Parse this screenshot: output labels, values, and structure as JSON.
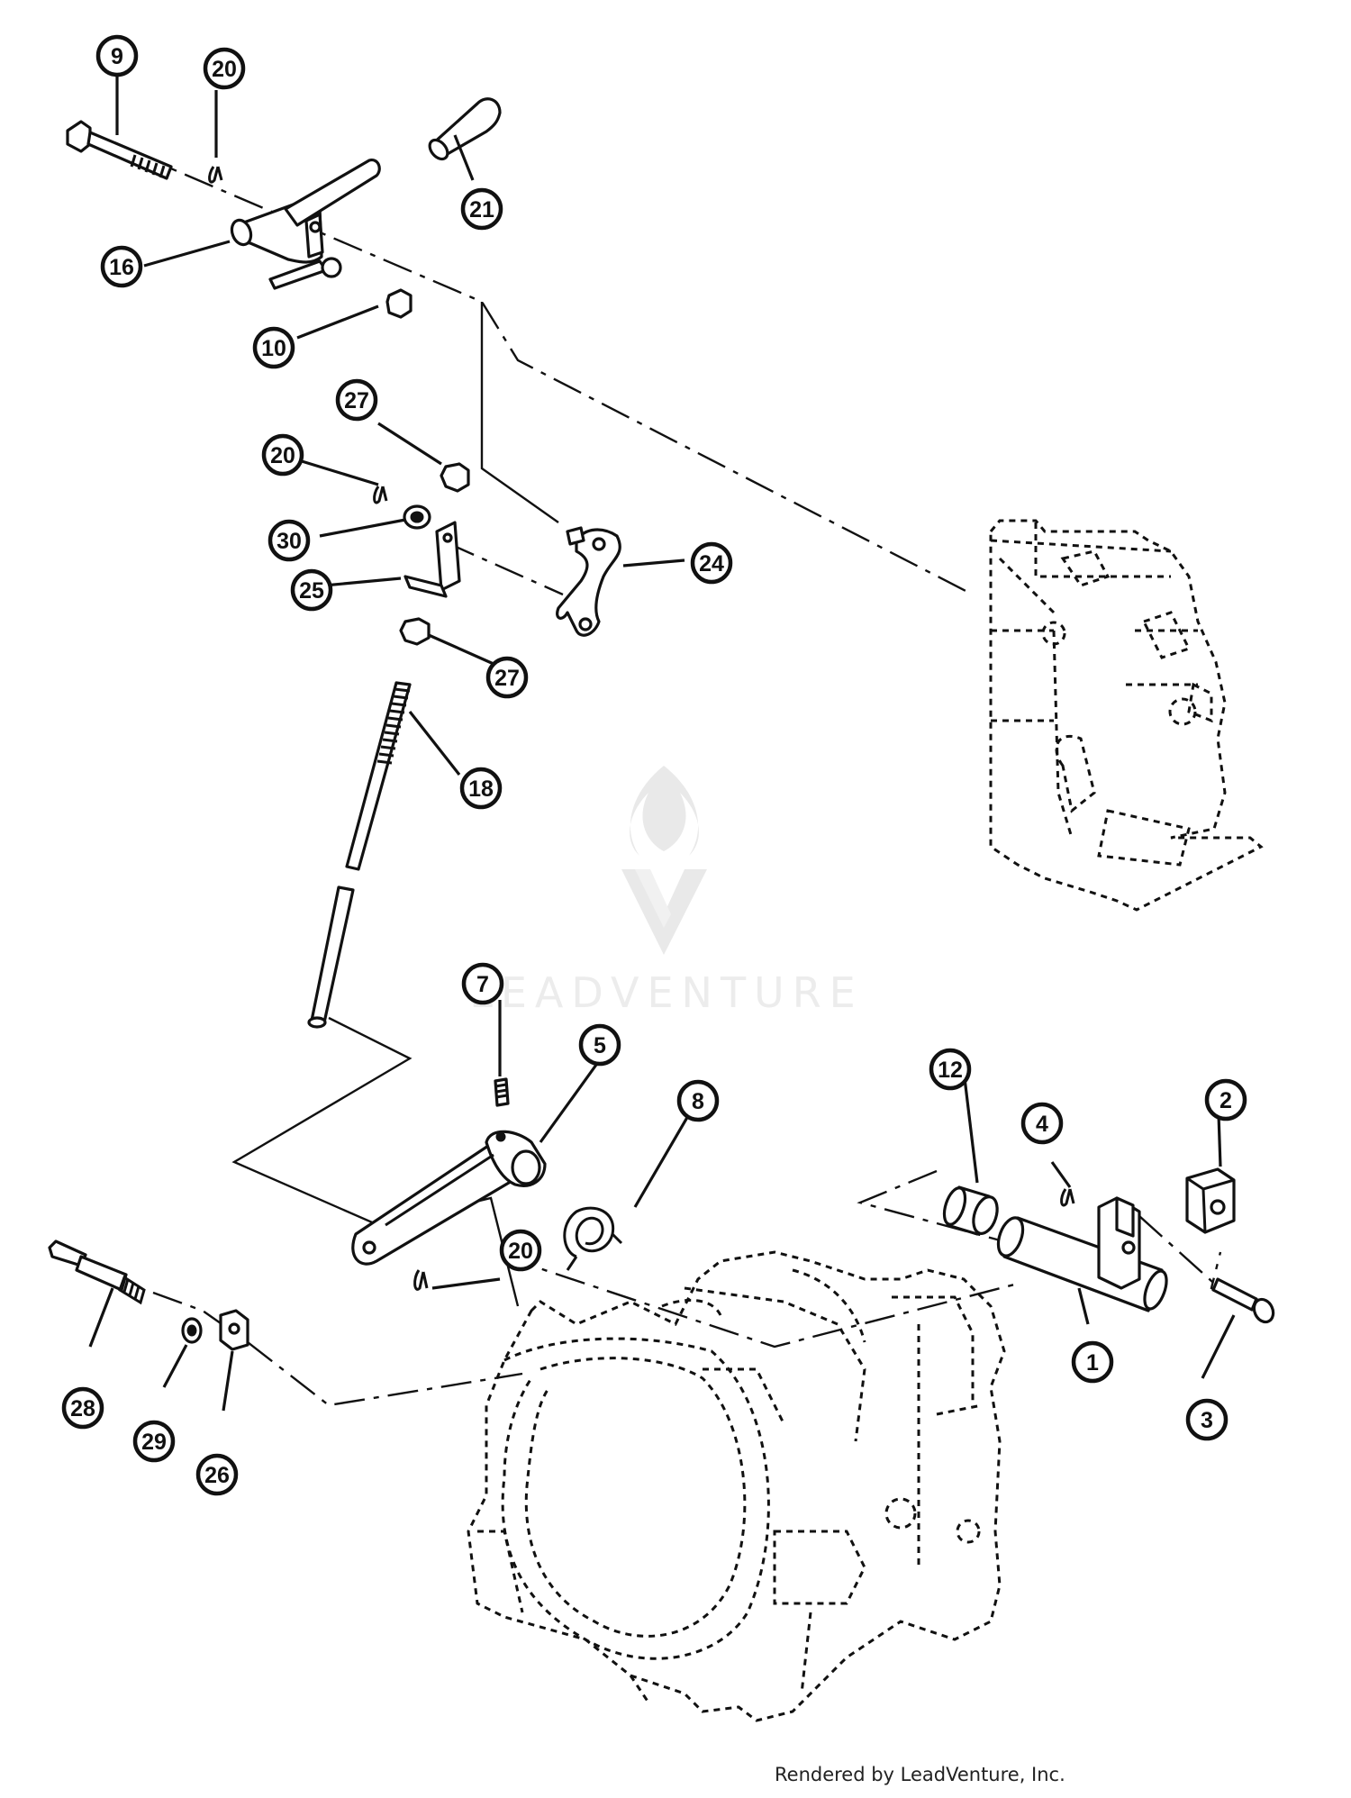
{
  "callouts": [
    {
      "id": "9",
      "label": "9"
    },
    {
      "id": "20a",
      "label": "20"
    },
    {
      "id": "21",
      "label": "21"
    },
    {
      "id": "16",
      "label": "16"
    },
    {
      "id": "10",
      "label": "10"
    },
    {
      "id": "27a",
      "label": "27"
    },
    {
      "id": "20b",
      "label": "20"
    },
    {
      "id": "30",
      "label": "30"
    },
    {
      "id": "24",
      "label": "24"
    },
    {
      "id": "25",
      "label": "25"
    },
    {
      "id": "27b",
      "label": "27"
    },
    {
      "id": "18",
      "label": "18"
    },
    {
      "id": "7",
      "label": "7"
    },
    {
      "id": "5",
      "label": "5"
    },
    {
      "id": "8",
      "label": "8"
    },
    {
      "id": "12",
      "label": "12"
    },
    {
      "id": "4",
      "label": "4"
    },
    {
      "id": "2",
      "label": "2"
    },
    {
      "id": "20c",
      "label": "20"
    },
    {
      "id": "1",
      "label": "1"
    },
    {
      "id": "3",
      "label": "3"
    },
    {
      "id": "28",
      "label": "28"
    },
    {
      "id": "29",
      "label": "29"
    },
    {
      "id": "26",
      "label": "26"
    }
  ],
  "watermark": {
    "text": "LEADVENTURE",
    "color": "#e6e6e6"
  },
  "footer": "Rendered by LeadVenture, Inc.",
  "colors": {
    "ink": "#111111",
    "background": "#ffffff"
  }
}
